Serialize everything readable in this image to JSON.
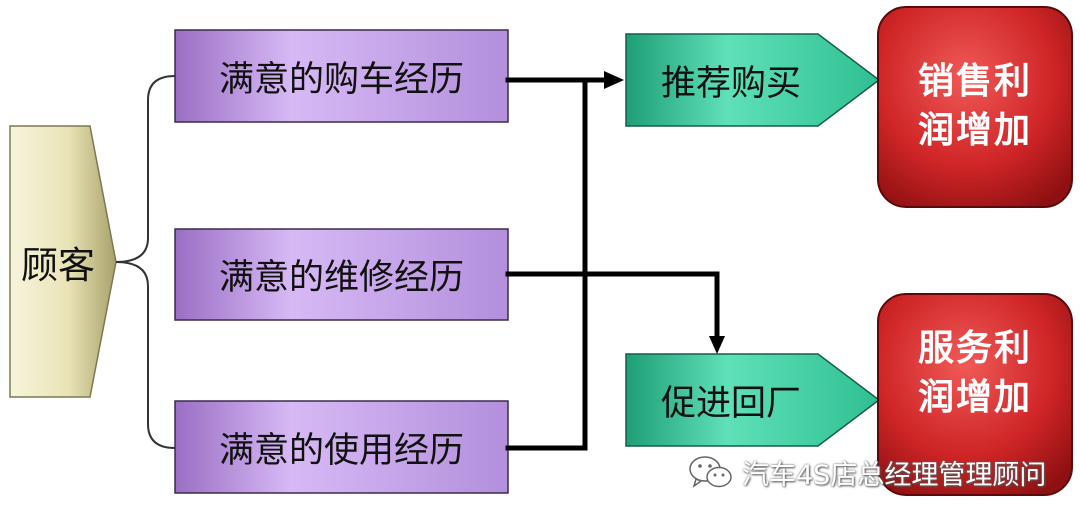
{
  "customer": {
    "label": "顾客"
  },
  "experiences": [
    {
      "label": "满意的购车经历"
    },
    {
      "label": "满意的维修经历"
    },
    {
      "label": "满意的使用经历"
    }
  ],
  "actions": [
    {
      "label": "推荐购买"
    },
    {
      "label": "促进回厂"
    }
  ],
  "results": [
    {
      "label": "销售利\n润增加"
    },
    {
      "label": "服务利\n润增加"
    }
  ],
  "watermark": {
    "icon": "wechat-icon",
    "text": "汽车4S店总经理管理顾问"
  },
  "colors": {
    "experience_fill": "#C7A3EA",
    "customer_fill": "#EEEBC4",
    "action_fill": "#39C89B",
    "result_fill": "#D02426",
    "line": "#000000"
  }
}
